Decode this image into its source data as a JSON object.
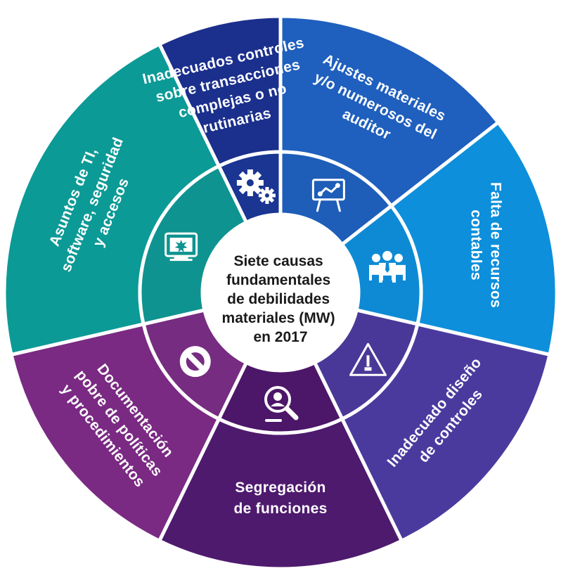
{
  "center": {
    "lines": [
      "Siete causas",
      "fundamentales",
      "de debilidades",
      "materiales (MW)",
      "en 2017"
    ]
  },
  "segments": [
    {
      "name": "controles-transacciones",
      "lines": [
        "Inadecuados controles",
        "sobre transacciones",
        "complejas o no",
        "rutinarias"
      ],
      "color": "#1B2F8C",
      "inner_color": "#1A3592",
      "icon": "gears-icon"
    },
    {
      "name": "ajustes-materiales",
      "lines": [
        "Ajustes materiales",
        "y/o numerosos del",
        "auditor"
      ],
      "color": "#1F5FBE",
      "inner_color": "#1E5DB8",
      "icon": "presentation-board-icon"
    },
    {
      "name": "falta-recursos",
      "lines": [
        "Falta de recursos",
        "contables"
      ],
      "color": "#0D8FDB",
      "inner_color": "#0E8AD4",
      "icon": "team-icon"
    },
    {
      "name": "diseno-controles",
      "lines": [
        "Inadecuado diseño",
        "de controles"
      ],
      "color": "#4B3A9E",
      "inner_color": "#4A3898",
      "icon": "warning-triangle-icon"
    },
    {
      "name": "segregacion-funciones",
      "lines": [
        "Segregación",
        "de funciones"
      ],
      "color": "#4E1A6E",
      "inner_color": "#4C1669",
      "icon": "search-person-icon"
    },
    {
      "name": "documentacion",
      "lines": [
        "Documentación",
        "pobre de políticas",
        "y procedimientos"
      ],
      "color": "#7A2A83",
      "inner_color": "#762C80",
      "icon": "prohibited-icon"
    },
    {
      "name": "asuntos-ti",
      "lines": [
        "Asuntos de TI,",
        "software, seguridad",
        "y accesos"
      ],
      "color": "#0C9A96",
      "inner_color": "#0E9390",
      "icon": "monitor-icon"
    }
  ]
}
